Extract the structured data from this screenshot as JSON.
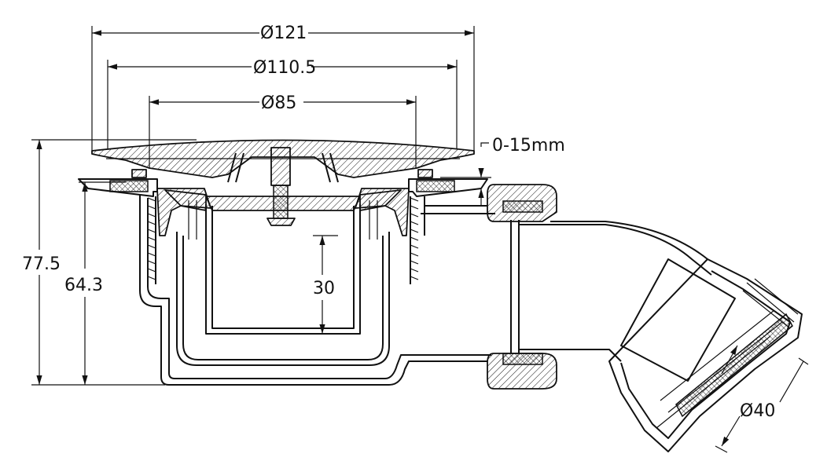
{
  "dimensions": {
    "d121": "Ø121",
    "d110_5": "Ø110.5",
    "d85": "Ø85",
    "adjust": "0-15mm",
    "h77_5": "77.5",
    "h64_3": "64.3",
    "depth30": "30",
    "d40": "Ø40"
  }
}
